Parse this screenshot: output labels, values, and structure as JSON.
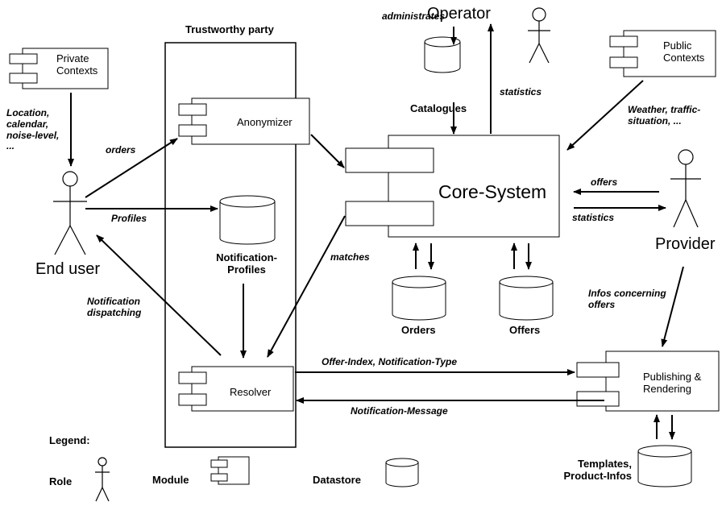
{
  "trustworthy_party": "Trustworthy party",
  "roles": {
    "operator": "Operator",
    "end_user": "End user",
    "provider": "Provider"
  },
  "modules": {
    "private_contexts": "Private\nContexts",
    "public_contexts": "Public\nContexts",
    "anonymizer": "Anonymizer",
    "core_system": "Core-System",
    "resolver": "Resolver",
    "publishing_rendering": "Publishing &\nRendering"
  },
  "datastores": {
    "catalogues": "Catalogues",
    "notification_profiles": "Notification-\nProfiles",
    "orders": "Orders",
    "offers": "Offers",
    "templates": "Templates,\nProduct-Infos"
  },
  "flows": {
    "administrates": "administrates",
    "statistics_operator": "statistics",
    "private_context_info": "Location,\ncalendar,\nnoise-level,\n...",
    "public_context_info": "Weather, traffic-\nsituation, ...",
    "orders": "orders",
    "profiles": "Profiles",
    "offers": "offers",
    "statistics_provider": "statistics",
    "matches": "matches",
    "notification_dispatching": "Notification\ndispatching",
    "infos_concerning_offers": "Infos concerning\noffers",
    "offer_index": "Offer-Index, Notification-Type",
    "notification_message": "Notification-Message"
  },
  "legend": {
    "title": "Legend:",
    "role": "Role",
    "module": "Module",
    "datastore": "Datastore"
  }
}
